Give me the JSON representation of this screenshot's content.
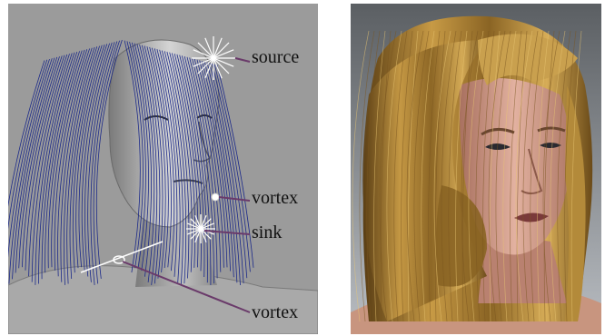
{
  "figure": {
    "left_panel": {
      "labels": {
        "source": "source",
        "vortex_upper": "vortex",
        "sink": "sink",
        "vortex_lower": "vortex"
      }
    },
    "colors": {
      "left_background": "#9b9b9b",
      "hair_strands": "#1c2a8a",
      "head_surface": "#c8c8c8",
      "leader_lines": "#6a3a6a",
      "right_background": "#4a4e52",
      "hair_gold": "#b38a3a",
      "skin": "#c9968a"
    }
  }
}
